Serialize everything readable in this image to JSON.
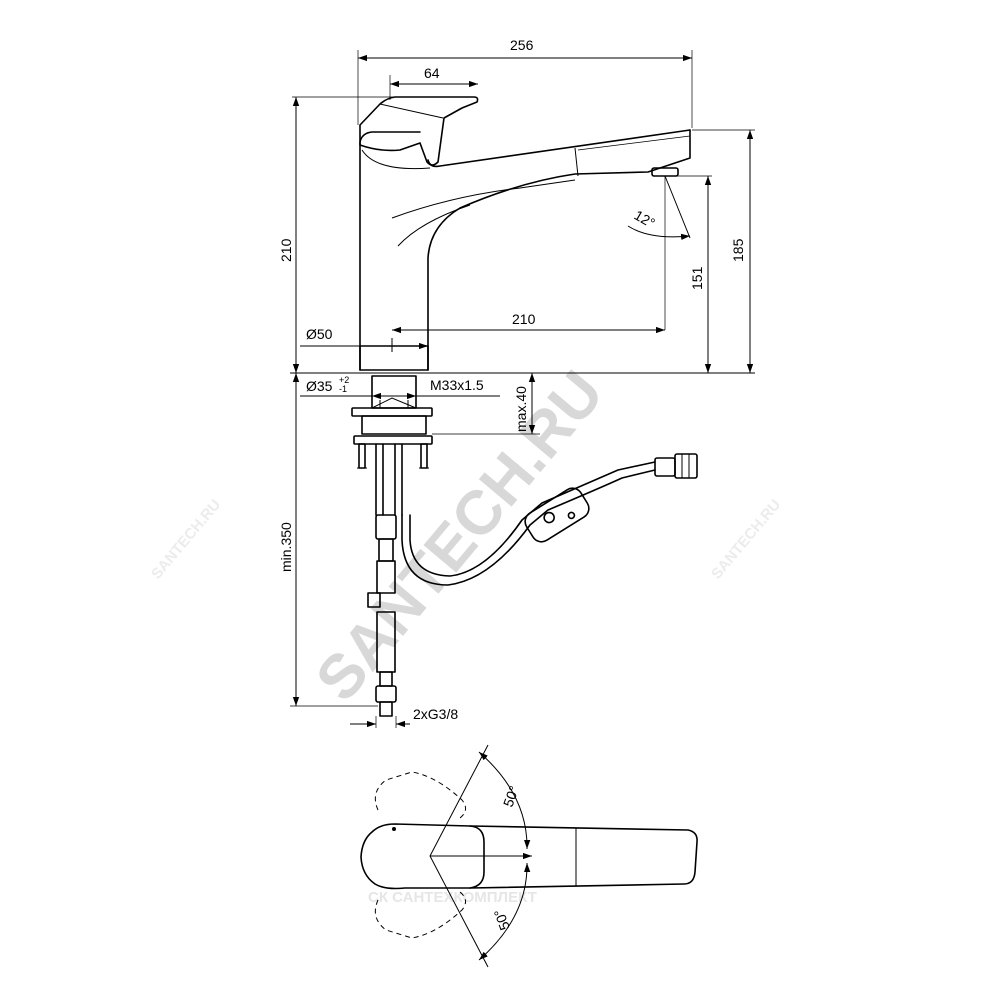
{
  "dimensions": {
    "overall_length": "256",
    "lever_length": "64",
    "total_height": "210",
    "outlet_height": "185",
    "spray_height": "151",
    "reach": "210",
    "spray_angle": "12°",
    "body_diameter": "Ø50",
    "hole_diameter": "Ø35",
    "hole_tolerance_plus": "+2",
    "hole_tolerance_minus": "-1",
    "thread": "M33x1.5",
    "max_deck_thickness": "max.40",
    "min_hose_length": "min.350",
    "connection": "2xG3/8",
    "lever_angle_top": "50°",
    "lever_angle_bottom": "50°"
  },
  "watermarks": {
    "main": "SANTECH.RU",
    "small_left": "SANTECH.RU",
    "small_right": "SANTECH.RU",
    "bottom": "СК САНТЕХКОМПЛЕКТ"
  }
}
